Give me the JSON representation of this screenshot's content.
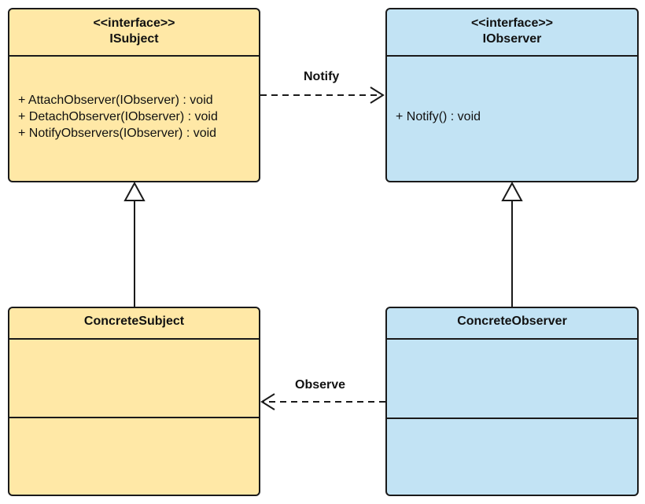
{
  "diagram": {
    "isubject": {
      "stereotype": "<<interface>>",
      "name": "ISubject",
      "methods": [
        "+ AttachObserver(IObserver) : void",
        "+ DetachObserver(IObserver) : void",
        "+ NotifyObservers(IObserver) : void"
      ]
    },
    "iobserver": {
      "stereotype": "<<interface>>",
      "name": "IObserver",
      "methods": [
        "+ Notify() : void"
      ]
    },
    "concrete_subject": {
      "name": "ConcreteSubject"
    },
    "concrete_observer": {
      "name": "ConcreteObserver"
    },
    "relations": {
      "notify_label": "Notify",
      "observe_label": "Observe"
    },
    "colors": {
      "subject_fill": "#ffe8a6",
      "observer_fill": "#c2e3f4",
      "line": "#1a1a1a"
    }
  }
}
